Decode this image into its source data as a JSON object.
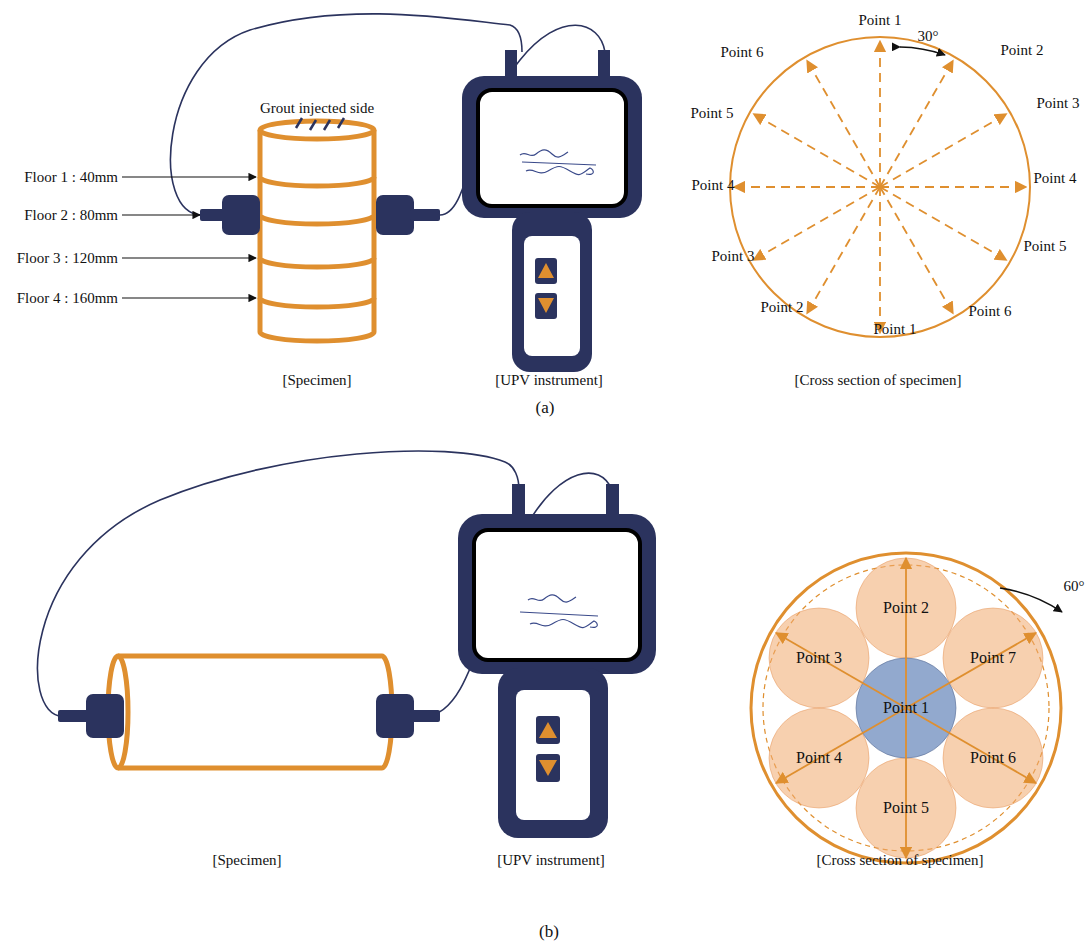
{
  "diagram": {
    "nodes": [
      {
        "text": [
          "Point 2"
        ]
      },
      {
        "text": [
          "Point 3"
        ]
      },
      {
        "text": [
          "Point 7"
        ]
      },
      {
        "text": [
          "Point 1"
        ]
      },
      {
        "text": [
          "Point 4"
        ]
      },
      {
        "text": [
          "Point 6"
        ]
      },
      {
        "text": [
          "Point 5"
        ]
      }
    ],
    "labels": [
      "Grout injected side",
      "Floor 1 : 40mm",
      "Floor 2 : 80mm",
      "Floor 3 : 120mm",
      "Floor 4 : 160mm",
      "[Specimen]",
      "[UPV instrument]",
      "Point 1",
      "30°",
      "Point 2",
      "Point 6",
      "Point 3",
      "Point 5",
      "Point 4",
      "Point 4",
      "Point 3",
      "Point 5",
      "Point 2",
      "Point 6",
      "Point 1",
      "[Cross section of specimen]",
      "(a)",
      "60°",
      "[Specimen]",
      "[UPV instrument]",
      "[Cross section of specimen]",
      "(b)"
    ]
  }
}
